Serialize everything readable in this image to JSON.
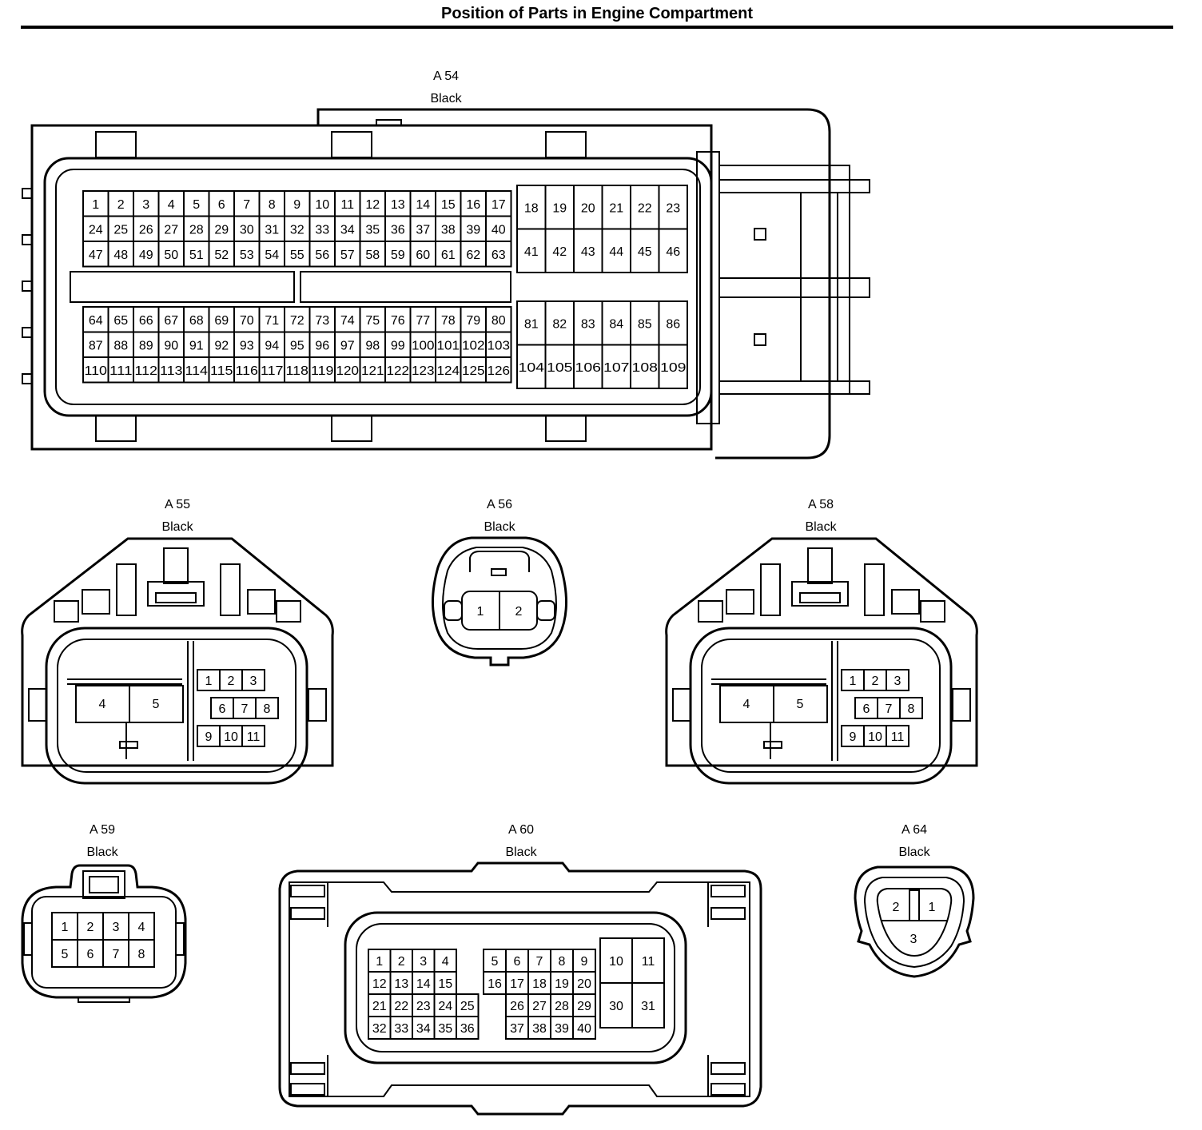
{
  "title": "Position of Parts in Engine Compartment",
  "connectors": {
    "a54": {
      "id": "A 54",
      "color": "Black"
    },
    "a55": {
      "id": "A 55",
      "color": "Black"
    },
    "a56": {
      "id": "A 56",
      "color": "Black"
    },
    "a58": {
      "id": "A 58",
      "color": "Black"
    },
    "a59": {
      "id": "A 59",
      "color": "Black"
    },
    "a60": {
      "id": "A 60",
      "color": "Black"
    },
    "a64": {
      "id": "A 64",
      "color": "Black"
    }
  },
  "pins": {
    "a54_main": [
      [
        "1",
        "2",
        "3",
        "4",
        "5",
        "6",
        "7",
        "8",
        "9",
        "10",
        "11",
        "12",
        "13",
        "14",
        "15",
        "16",
        "17"
      ],
      [
        "24",
        "25",
        "26",
        "27",
        "28",
        "29",
        "30",
        "31",
        "32",
        "33",
        "34",
        "35",
        "36",
        "37",
        "38",
        "39",
        "40"
      ],
      [
        "47",
        "48",
        "49",
        "50",
        "51",
        "52",
        "53",
        "54",
        "55",
        "56",
        "57",
        "58",
        "59",
        "60",
        "61",
        "62",
        "63"
      ],
      [
        "64",
        "65",
        "66",
        "67",
        "68",
        "69",
        "70",
        "71",
        "72",
        "73",
        "74",
        "75",
        "76",
        "77",
        "78",
        "79",
        "80"
      ],
      [
        "87",
        "88",
        "89",
        "90",
        "91",
        "92",
        "93",
        "94",
        "95",
        "96",
        "97",
        "98",
        "99",
        "100",
        "101",
        "102",
        "103"
      ],
      [
        "110",
        "111",
        "112",
        "113",
        "114",
        "115",
        "116",
        "117",
        "118",
        "119",
        "120",
        "121",
        "122",
        "123",
        "124",
        "125",
        "126"
      ]
    ],
    "a54_side": [
      [
        "18",
        "19",
        "20",
        "21",
        "22",
        "23"
      ],
      [
        "41",
        "42",
        "43",
        "44",
        "45",
        "46"
      ],
      [
        "81",
        "82",
        "83",
        "84",
        "85",
        "86"
      ],
      [
        "104",
        "105",
        "106",
        "107",
        "108",
        "109"
      ]
    ],
    "a55": {
      "big": [
        "4",
        "5"
      ],
      "rows": [
        [
          "1",
          "2",
          "3"
        ],
        [
          "6",
          "7",
          "8"
        ],
        [
          "9",
          "10",
          "11"
        ]
      ]
    },
    "a56": [
      "1",
      "2"
    ],
    "a58": {
      "big": [
        "4",
        "5"
      ],
      "rows": [
        [
          "1",
          "2",
          "3"
        ],
        [
          "6",
          "7",
          "8"
        ],
        [
          "9",
          "10",
          "11"
        ]
      ]
    },
    "a59": [
      [
        "1",
        "2",
        "3",
        "4"
      ],
      [
        "5",
        "6",
        "7",
        "8"
      ]
    ],
    "a60_left": [
      [
        "1",
        "2",
        "3",
        "4"
      ],
      [
        "12",
        "13",
        "14",
        "15"
      ],
      [
        "21",
        "22",
        "23",
        "24",
        "25"
      ],
      [
        "32",
        "33",
        "34",
        "35",
        "36"
      ]
    ],
    "a60_mid": [
      [
        "5",
        "6",
        "7",
        "8",
        "9"
      ],
      [
        "16",
        "17",
        "18",
        "19",
        "20"
      ],
      [
        "26",
        "27",
        "28",
        "29"
      ],
      [
        "37",
        "38",
        "39",
        "40"
      ]
    ],
    "a60_big": [
      [
        "10",
        "11"
      ],
      [
        "30",
        "31"
      ]
    ],
    "a64": [
      "2",
      "1",
      "3"
    ]
  }
}
